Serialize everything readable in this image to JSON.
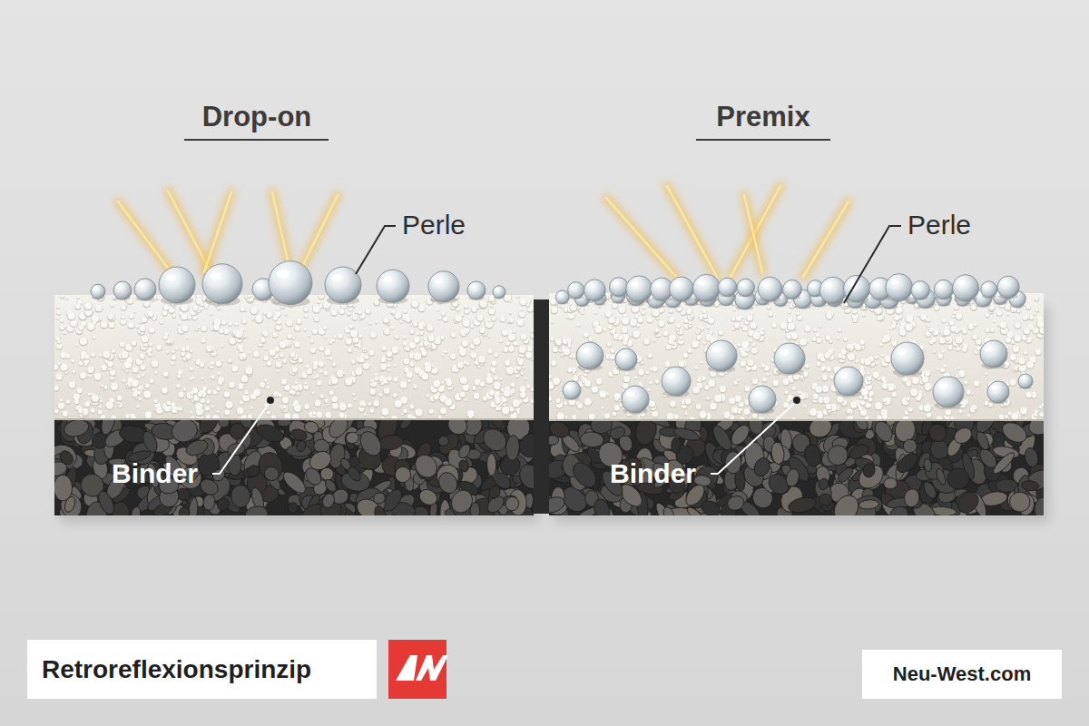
{
  "diagram": {
    "nodes": [
      {
        "text": [
          "Retroreflexionsprinzip"
        ]
      },
      {
        "text": [
          "Neu-West.com"
        ]
      }
    ],
    "labels": [
      "Drop-on",
      "Perle",
      "Binder",
      "Premix",
      "Perle",
      "Binder"
    ]
  }
}
